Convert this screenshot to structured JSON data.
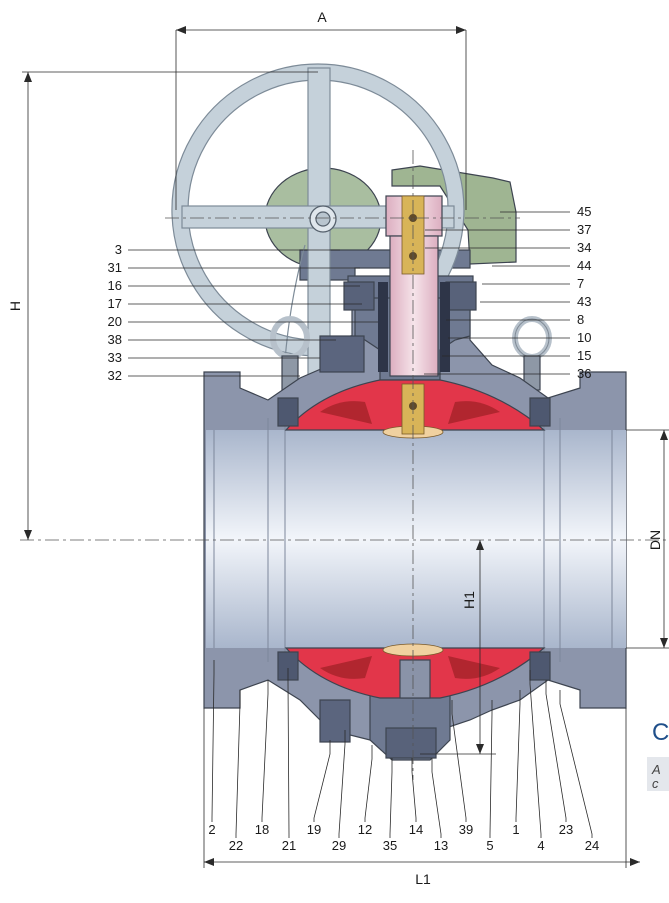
{
  "dimensions": {
    "A": "A",
    "H": "H",
    "H1": "H1",
    "DN": "DN",
    "L1": "L1"
  },
  "callouts_right": [
    "45",
    "37",
    "34",
    "44",
    "7",
    "43",
    "8",
    "10",
    "15",
    "36"
  ],
  "callouts_left": [
    "3",
    "31",
    "16",
    "17",
    "20",
    "38",
    "33",
    "32"
  ],
  "callouts_bottom": [
    "2",
    "22",
    "18",
    "21",
    "19",
    "29",
    "12",
    "35",
    "14",
    "13",
    "39",
    "5",
    "1",
    "4",
    "23",
    "24"
  ],
  "cropped_text": {
    "heading": "C",
    "line1": "A",
    "line2": "c"
  },
  "colors": {
    "body": "#8c95ab",
    "body_dark": "#66708a",
    "bore": "#c9d3e3",
    "ball": "#e2364a",
    "stem": "#e9c9d3",
    "handwheel": "#c5d1da",
    "gearbox": "#9fb592",
    "bronze": "#d8b458"
  }
}
